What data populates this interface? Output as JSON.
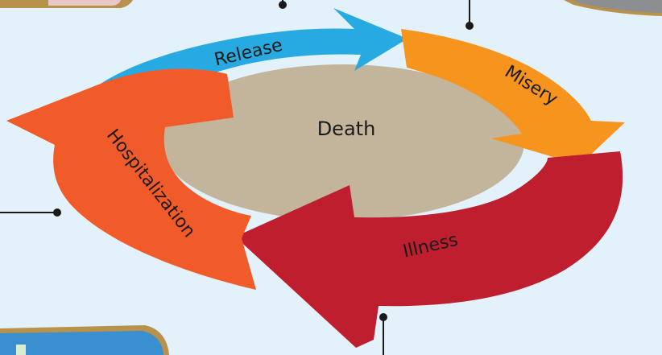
{
  "diagram": {
    "center_label": "Death",
    "stages": [
      {
        "label": "Release",
        "color": "#27a9e1"
      },
      {
        "label": "Misery",
        "color": "#f7941d"
      },
      {
        "label": "Illness",
        "color": "#be1e2d"
      },
      {
        "label": "Hospitalization",
        "color": "#f15a29"
      }
    ],
    "center_color": "#c2b59b",
    "connector_color": "#1a1a1a"
  }
}
